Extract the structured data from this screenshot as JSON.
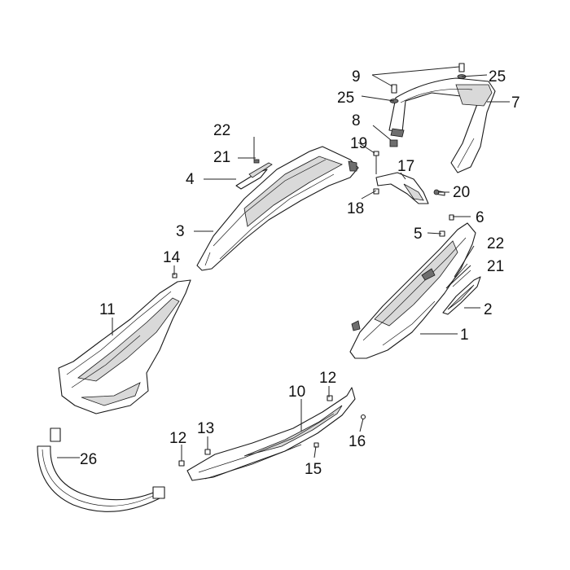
{
  "callouts": {
    "c1": "1",
    "c2": "2",
    "c3": "3",
    "c4": "4",
    "c5": "5",
    "c6": "6",
    "c7": "7",
    "c8": "8",
    "c9": "9",
    "c10": "10",
    "c11": "11",
    "c12a": "12",
    "c12b": "12",
    "c13": "13",
    "c14": "14",
    "c15": "15",
    "c16": "16",
    "c17": "17",
    "c18": "18",
    "c19": "19",
    "c20": "20",
    "c21a": "21",
    "c21b": "21",
    "c22a": "22",
    "c22b": "22",
    "c25a": "25",
    "c25b": "25",
    "c26": "26"
  }
}
